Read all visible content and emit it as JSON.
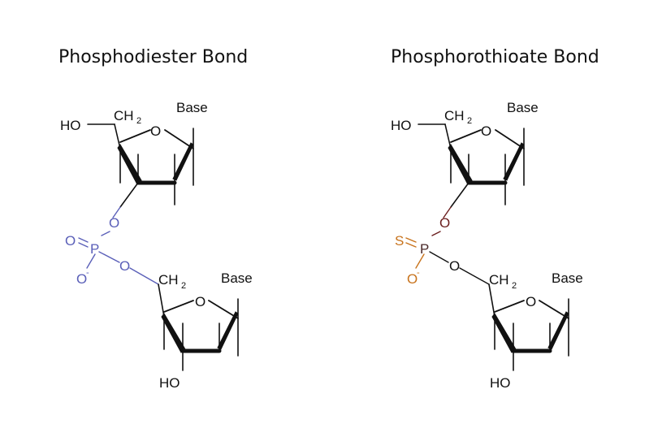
{
  "panels": [
    {
      "title": "Phosphodiester Bond",
      "linkage_color": "#5a5fb8",
      "labels": {
        "ho_top": "HO",
        "ch2_top": "CH",
        "base_top": "Base",
        "ring_o_top": "O",
        "o_3prime": "O",
        "o_double": "O",
        "phosphorus": "P",
        "o_minus": "O",
        "o_5prime": "O",
        "ch2_bottom": "CH",
        "base_bottom": "Base",
        "ring_o_bottom": "O",
        "ho_bottom": "HO",
        "subscript": "2",
        "charge": "-"
      }
    },
    {
      "title": "Phosphorothioate Bond",
      "linkage_color": "#c8731c",
      "labels": {
        "ho_top": "HO",
        "ch2_top": "CH",
        "base_top": "Base",
        "ring_o_top": "O",
        "o_3prime": "O",
        "o_double": "S",
        "phosphorus": "P",
        "o_minus": "O",
        "o_5prime": "O",
        "ch2_bottom": "CH",
        "base_bottom": "Base",
        "ring_o_bottom": "O",
        "ho_bottom": "HO",
        "subscript": "2",
        "charge": "-"
      }
    }
  ],
  "colors": {
    "structure": "#111111",
    "phosphorus_dark": "#4a2a2a"
  }
}
